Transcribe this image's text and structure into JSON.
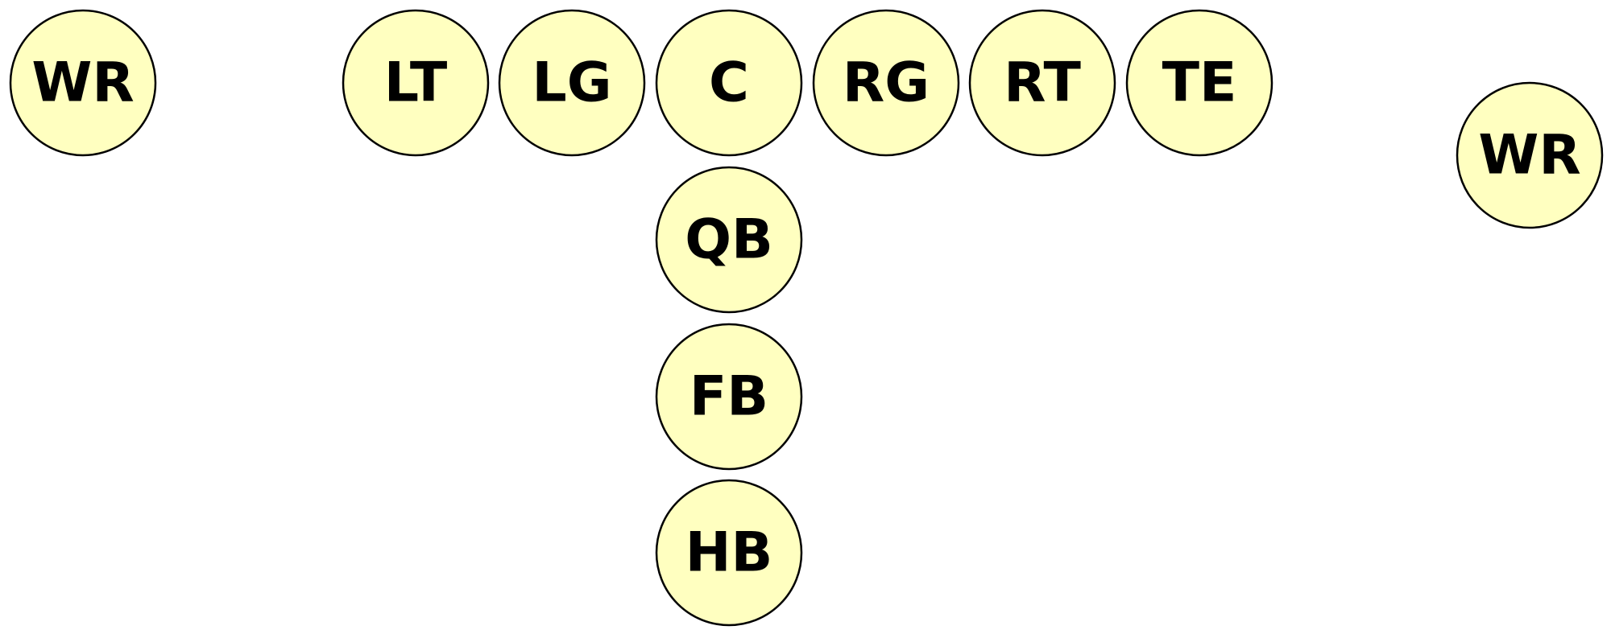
{
  "colors": {
    "circle_fill": "#ffffc0",
    "circle_stroke": "#000000",
    "label": "#000000",
    "background": "#ffffff"
  },
  "players": [
    {
      "label": "WR"
    },
    {
      "label": "LT"
    },
    {
      "label": "LG"
    },
    {
      "label": "C"
    },
    {
      "label": "RG"
    },
    {
      "label": "RT"
    },
    {
      "label": "TE"
    },
    {
      "label": "WR"
    },
    {
      "label": "QB"
    },
    {
      "label": "FB"
    },
    {
      "label": "HB"
    }
  ]
}
